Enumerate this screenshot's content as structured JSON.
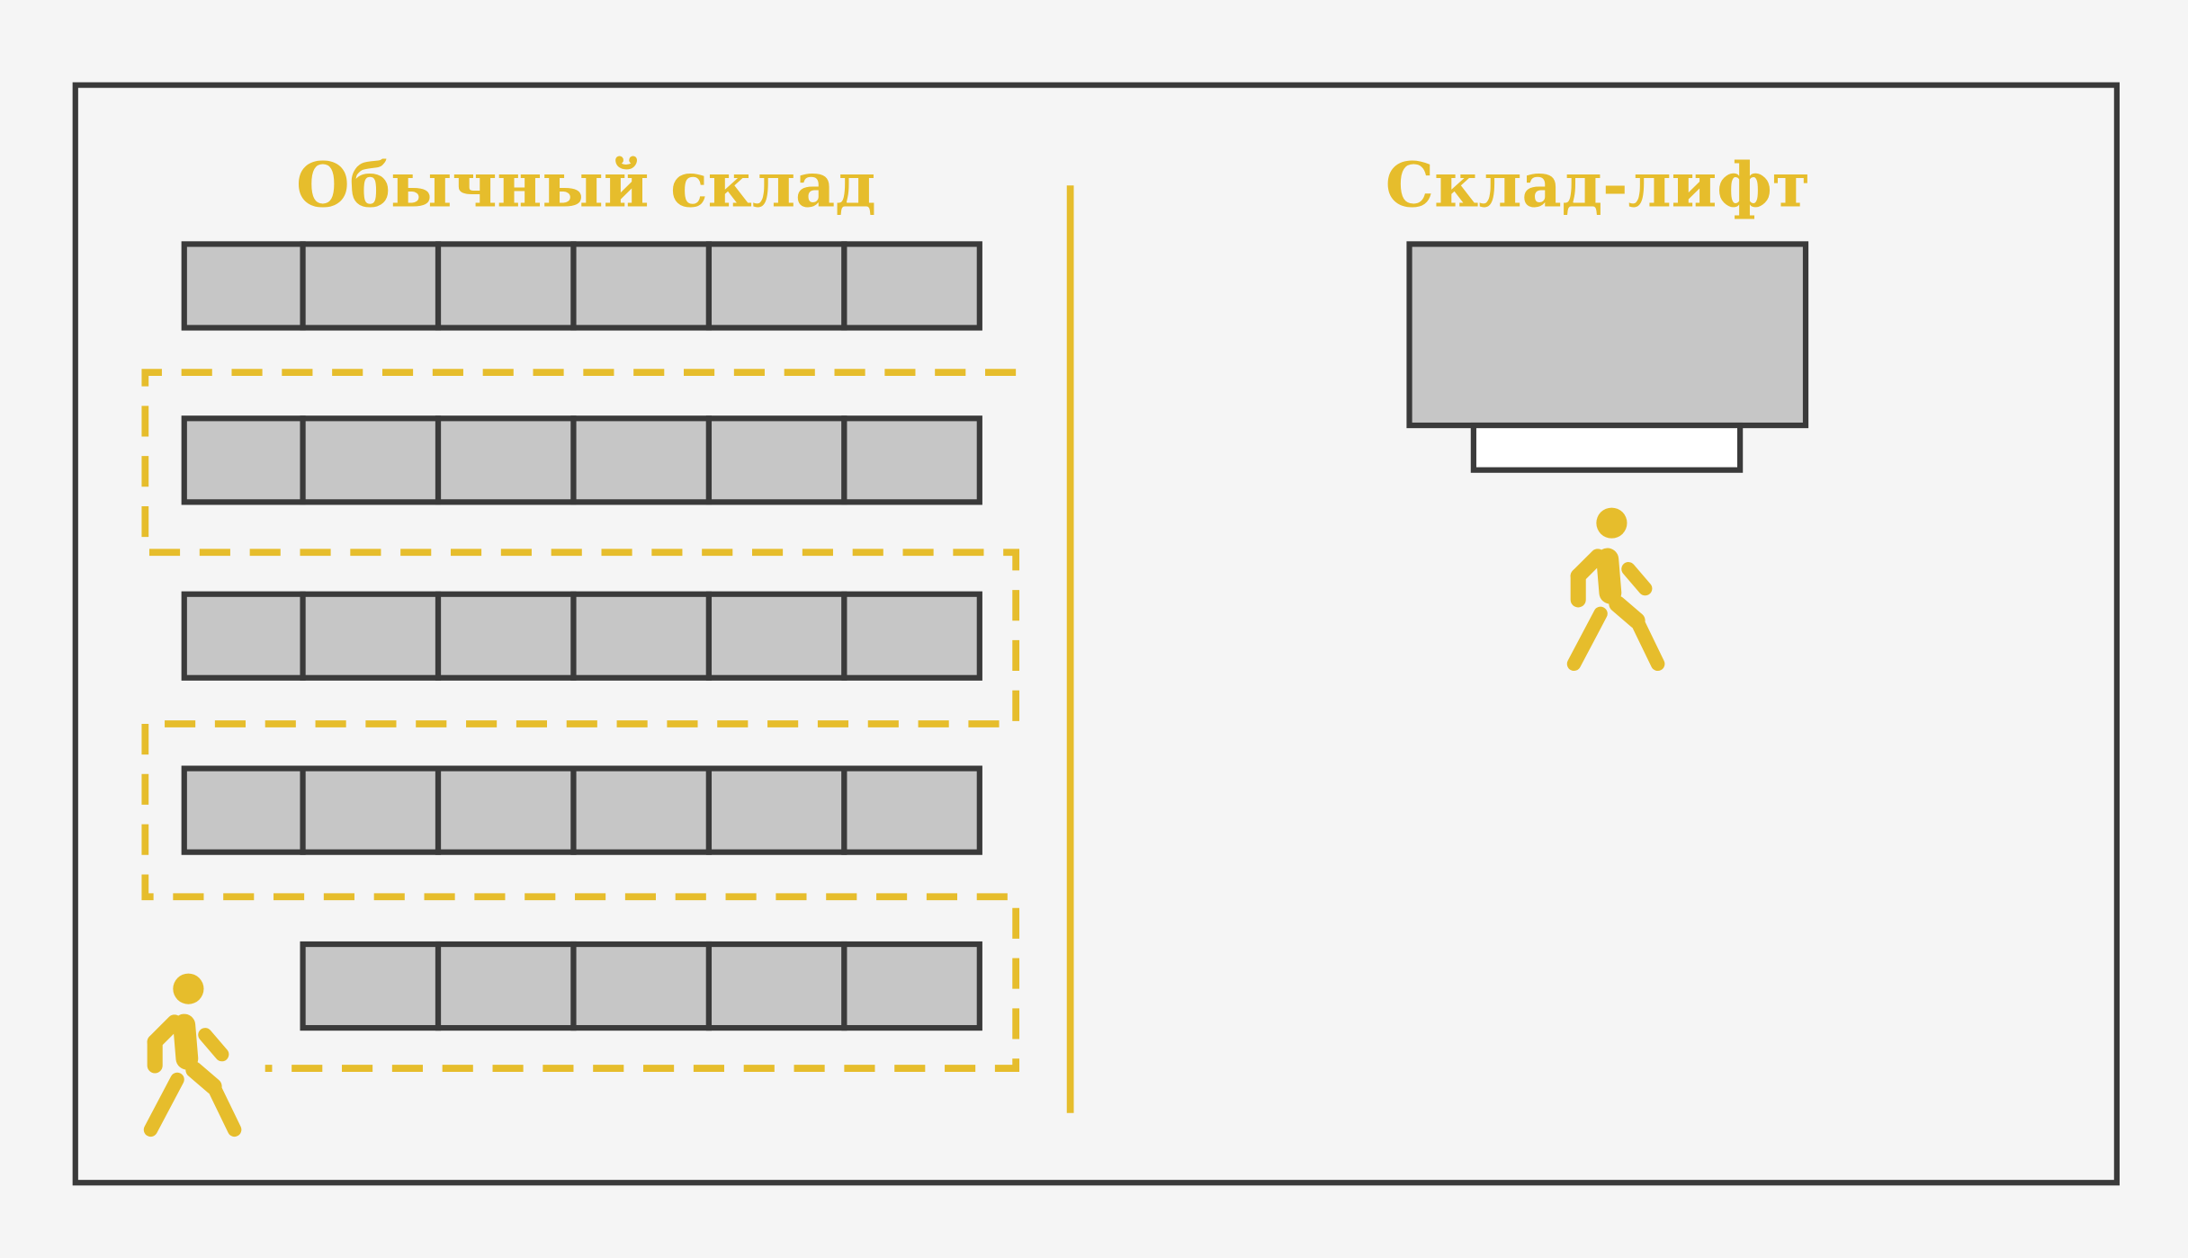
{
  "left": {
    "title": "Обычный склад",
    "rows": [
      6,
      6,
      6,
      6,
      5
    ]
  },
  "right": {
    "title": "Склад-лифт"
  },
  "colors": {
    "accent": "#e6bd2c",
    "shelf": "#c6c6c6",
    "border": "#3a3a3a",
    "background": "#f5f5f5"
  }
}
